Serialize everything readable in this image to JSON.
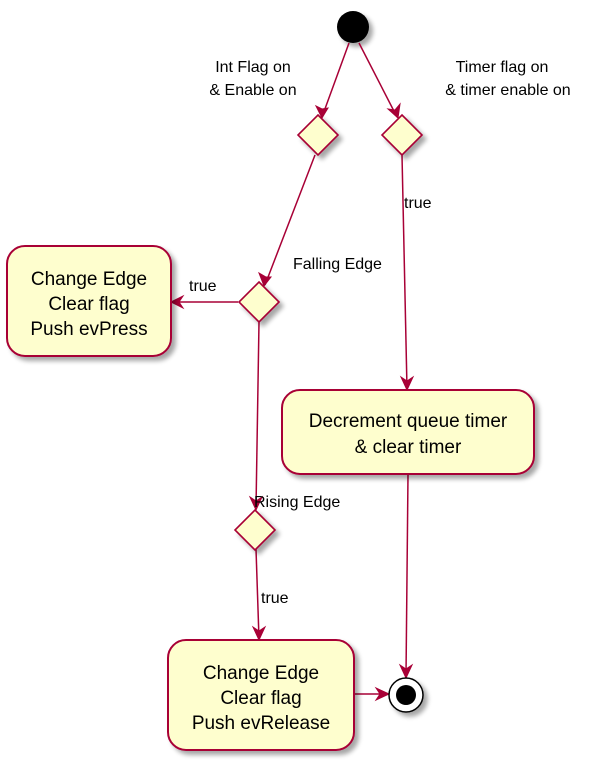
{
  "colors": {
    "stroke": "#A80036",
    "fill": "#FEFECE",
    "start": "#000000",
    "shadow": "#d6d6d6"
  },
  "labels": {
    "int_flag_line1": "Int Flag on",
    "int_flag_line2": "& Enable on",
    "timer_flag_line1": "Timer flag on",
    "timer_flag_line2": "& timer enable on",
    "true_timer": "true",
    "falling_edge": "Falling Edge",
    "true_falling": "true",
    "rising_edge": "Rising Edge",
    "true_rising": "true"
  },
  "nodes": {
    "change_edge_press": [
      "Change Edge",
      "Clear flag",
      "Push evPress"
    ],
    "decrement_timer": [
      "Decrement queue timer",
      "& clear timer"
    ],
    "change_edge_release": [
      "Change Edge",
      "Clear flag",
      "Push evRelease"
    ]
  }
}
